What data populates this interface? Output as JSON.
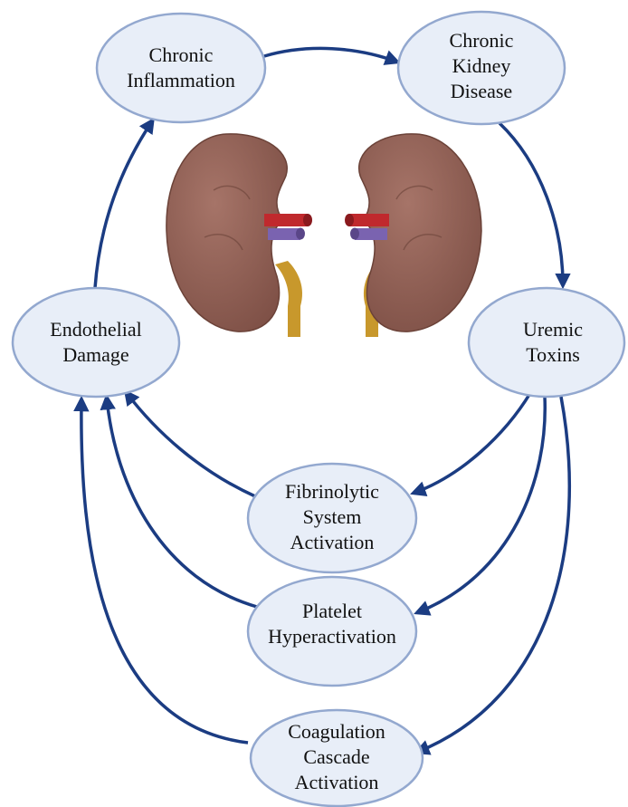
{
  "nodes": {
    "chronic_inflammation": [
      "Chronic",
      "Inflammation"
    ],
    "chronic_kidney_disease": [
      "Chronic",
      "Kidney",
      "Disease"
    ],
    "uremic_toxins": [
      "Uremic",
      "Toxins"
    ],
    "endothelial_damage": [
      "Endothelial",
      "Damage"
    ],
    "fibrinolytic_activation": [
      "Fibrinolytic",
      "System",
      "Activation"
    ],
    "platelet_hyperactivation": [
      "Platelet",
      "Hyperactivation"
    ],
    "coagulation_activation": [
      "Coagulation",
      "Cascade",
      "Activation"
    ]
  },
  "edges": [
    {
      "from": "Chronic Inflammation",
      "to": "Chronic Kidney Disease"
    },
    {
      "from": "Chronic Kidney Disease",
      "to": "Uremic Toxins"
    },
    {
      "from": "Uremic Toxins",
      "to": "Fibrinolytic System Activation"
    },
    {
      "from": "Uremic Toxins",
      "to": "Platelet Hyperactivation"
    },
    {
      "from": "Uremic Toxins",
      "to": "Coagulation Cascade Activation"
    },
    {
      "from": "Fibrinolytic System Activation",
      "to": "Endothelial Damage"
    },
    {
      "from": "Platelet Hyperactivation",
      "to": "Endothelial Damage"
    },
    {
      "from": "Coagulation Cascade Activation",
      "to": "Endothelial Damage"
    },
    {
      "from": "Endothelial Damage",
      "to": "Chronic Inflammation"
    }
  ],
  "colors": {
    "node_fill": "#e8eef8",
    "node_border": "#93a8cf",
    "arrow": "#1b3c82",
    "kidney": "#8c5e52",
    "artery": "#c0292d",
    "vein": "#7a63b0",
    "ureter": "#c8982c"
  },
  "illustration": "kidney-pair-icon"
}
